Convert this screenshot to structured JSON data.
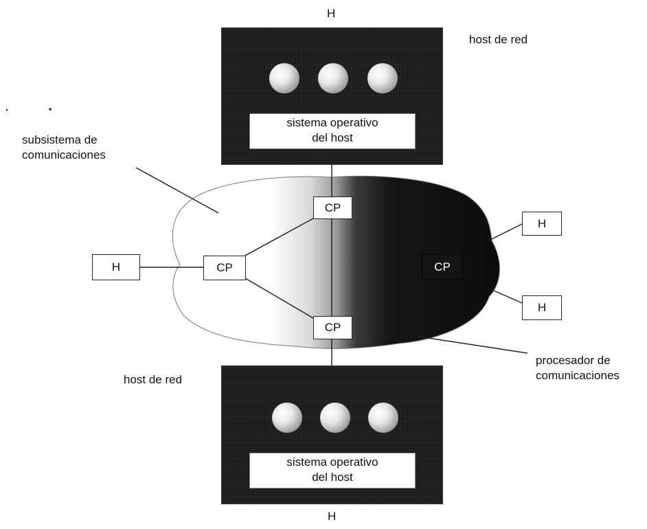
{
  "top_host": {
    "label_h": "H",
    "caption": "host de red",
    "os_line1": "sistema operativo",
    "os_line2": "del host"
  },
  "bottom_host": {
    "label_h": "H",
    "caption": "host de red",
    "os_line1": "sistema operativo",
    "os_line2": "del host"
  },
  "subsystem_label": {
    "line1": "subsistema de",
    "line2": "comunicaciones"
  },
  "processor_label": {
    "line1": "procesador de",
    "line2": "comunicaciones"
  },
  "nodes": {
    "cp_top": "CP",
    "cp_left": "CP",
    "cp_right": "CP",
    "cp_bottom": "CP",
    "h_left": "H",
    "h_right_top": "H",
    "h_right_bottom": "H"
  },
  "colors": {
    "host_fill": "#1a1a1a",
    "cloud_light": "#ffffff",
    "cloud_dark": "#111111",
    "line": "#222222"
  }
}
